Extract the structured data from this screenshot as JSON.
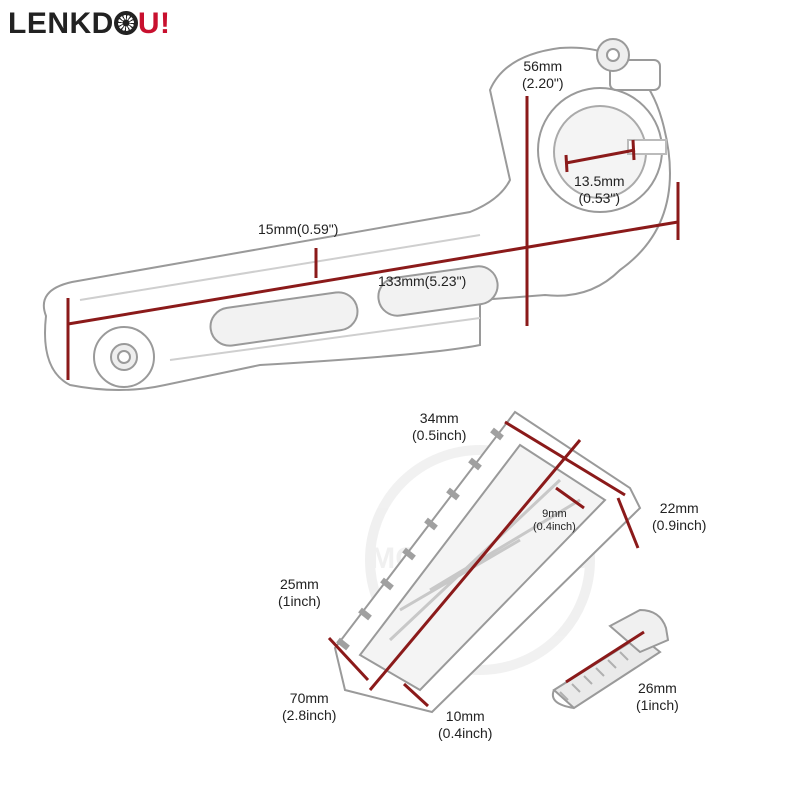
{
  "brand": {
    "name": "LENKD",
    "wheel_icon": "wheel-icon",
    "suffix": "U!",
    "text_color": "#222222",
    "accent_color": "#c8102e"
  },
  "dimension_line_color": "#8b1a1a",
  "part_color": "#bdbdbd",
  "watermark_text": "MOTO CYCLES",
  "brake_arm": {
    "outer_diameter": {
      "mm": "56mm",
      "inch": "(2.20\")"
    },
    "inner_diameter": {
      "mm": "13.5mm",
      "inch": "(0.53\")"
    },
    "arm_width": {
      "value": "15mm(0.59\")"
    },
    "total_length": {
      "value": "133mm(5.23\")"
    }
  },
  "foot_peg": {
    "top_width": {
      "mm": "34mm",
      "inch": "(0.5inch)"
    },
    "slot_width": {
      "mm": "9mm",
      "inch": "(0.4inch)"
    },
    "right_height": {
      "mm": "22mm",
      "inch": "(0.9inch)"
    },
    "left_height": {
      "mm": "25mm",
      "inch": "(1inch)"
    },
    "length": {
      "mm": "70mm",
      "inch": "(2.8inch)"
    },
    "bottom_height": {
      "mm": "10mm",
      "inch": "(0.4inch)"
    }
  },
  "bolt": {
    "length": {
      "mm": "26mm",
      "inch": "(1inch)"
    }
  }
}
